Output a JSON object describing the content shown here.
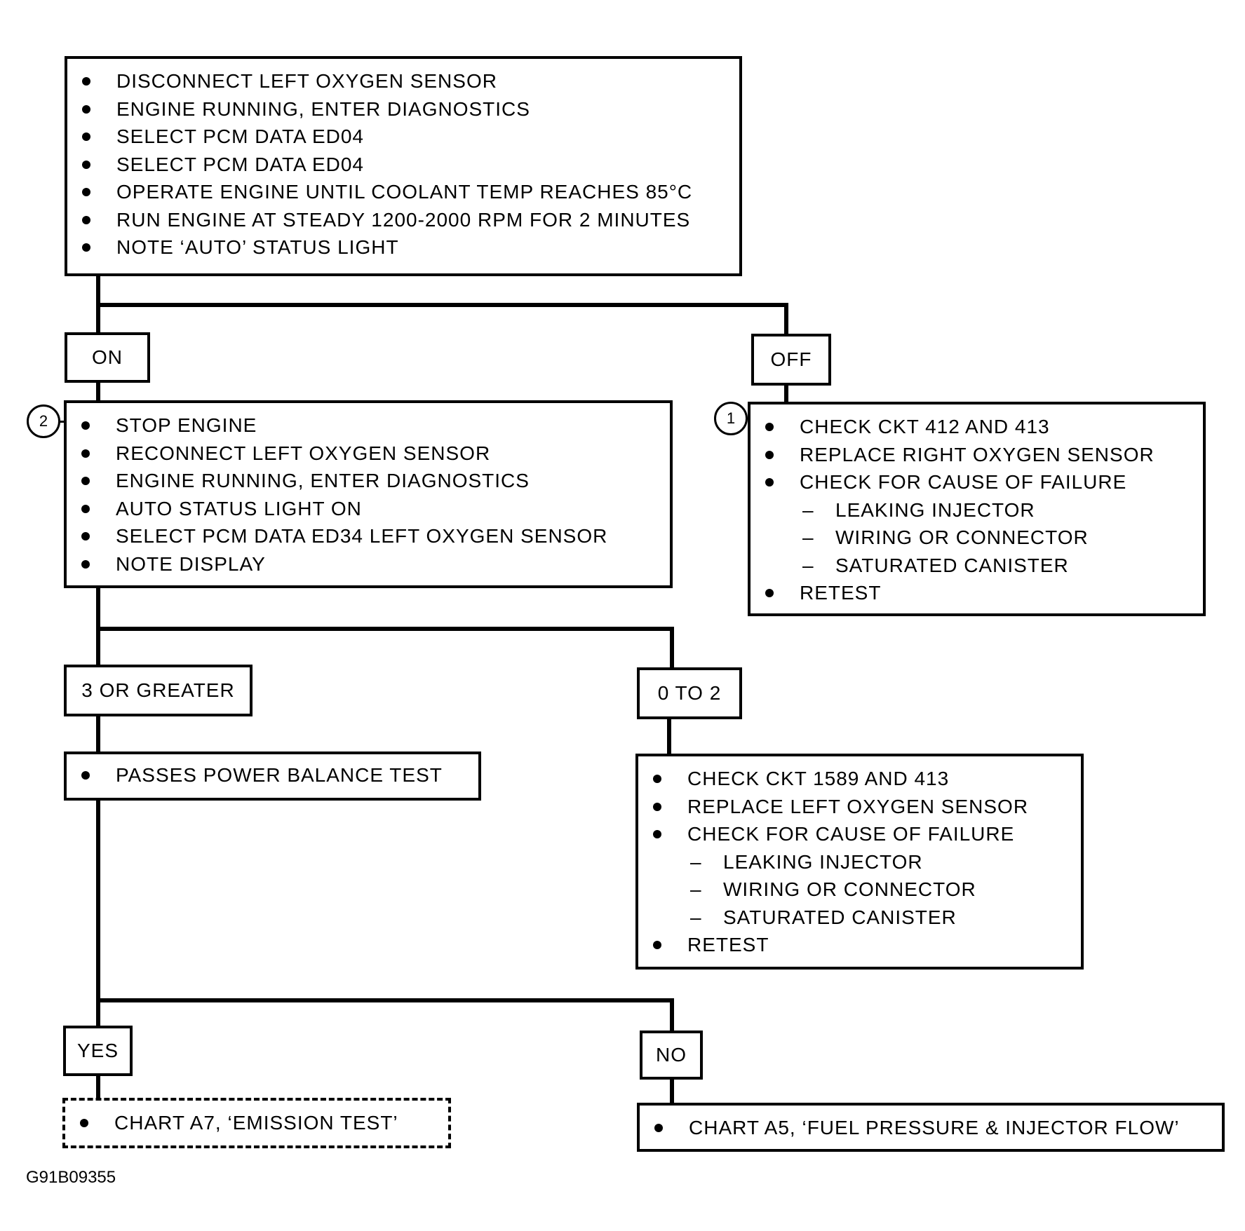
{
  "boxes": {
    "b1": [
      "DISCONNECT LEFT OXYGEN SENSOR",
      "ENGINE RUNNING, ENTER DIAGNOSTICS",
      "SELECT PCM DATA ED04",
      "SELECT PCM DATA ED04",
      "OPERATE ENGINE UNTIL COOLANT TEMP REACHES 85°C",
      "RUN ENGINE AT STEADY 1200-2000 RPM FOR 2 MINUTES",
      "NOTE ‘AUTO’ STATUS LIGHT"
    ],
    "b2": [
      "STOP ENGINE",
      "RECONNECT LEFT OXYGEN SENSOR",
      "ENGINE RUNNING, ENTER DIAGNOSTICS",
      "AUTO STATUS LIGHT ON",
      "SELECT PCM DATA ED34 LEFT OXYGEN SENSOR",
      "NOTE DISPLAY"
    ],
    "b3": {
      "check": "CHECK CKT 412 AND 413",
      "replace": "REPLACE RIGHT OXYGEN SENSOR",
      "cause": "CHECK FOR CAUSE OF FAILURE",
      "subs": [
        "LEAKING INJECTOR",
        "WIRING OR CONNECTOR",
        "SATURATED CANISTER"
      ],
      "retest": "RETEST"
    },
    "b4": [
      "PASSES POWER BALANCE TEST"
    ],
    "b5": {
      "check": "CHECK CKT 1589 AND 413",
      "replace": "REPLACE LEFT OXYGEN SENSOR",
      "cause": "CHECK FOR CAUSE OF FAILURE",
      "subs": [
        "LEAKING INJECTOR",
        "WIRING OR CONNECTOR",
        "SATURATED CANISTER"
      ],
      "retest": "RETEST"
    },
    "b6": [
      "CHART A7, ‘EMISSION TEST’"
    ],
    "b7": [
      "CHART A5, ‘FUEL PRESSURE & INJECTOR FLOW’"
    ]
  },
  "labels": {
    "on": "ON",
    "off": "OFF",
    "three_or_greater": "3 OR GREATER",
    "zero_to_two": "0 TO 2",
    "yes": "YES",
    "no": "NO"
  },
  "markers": {
    "m1": "1",
    "m2": "2"
  },
  "figure_code": "G91B09355",
  "sub_prefix": "–"
}
